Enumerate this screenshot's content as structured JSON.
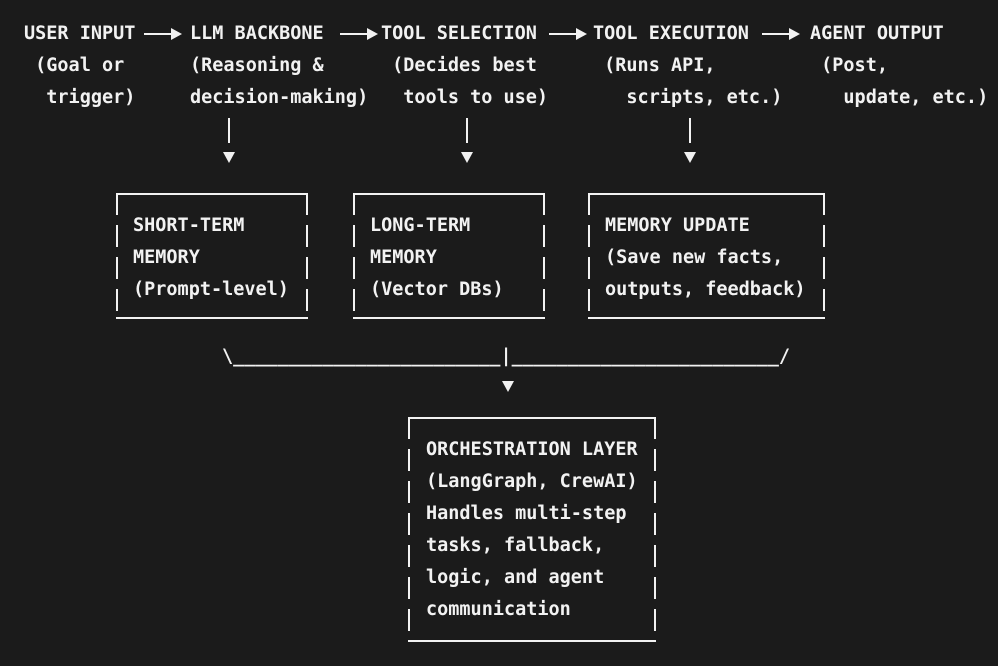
{
  "palette": {
    "background": "#1b1b1b",
    "foreground": "#f2f2f2"
  },
  "flow": {
    "columns": [
      {
        "title": "USER INPUT",
        "line2": " (Goal or",
        "line3": "  trigger)"
      },
      {
        "title": "LLM BACKBONE",
        "line2": "(Reasoning &",
        "line3": "decision-making)"
      },
      {
        "title": "TOOL SELECTION",
        "line2": " (Decides best",
        "line3": "  tools to use)"
      },
      {
        "title": "TOOL EXECUTION",
        "line2": " (Runs API,",
        "line3": "   scripts, etc.)"
      },
      {
        "title": "AGENT OUTPUT",
        "line2": " (Post,",
        "line3": "   update, etc.)"
      }
    ]
  },
  "memory_boxes": [
    {
      "lines": [
        "SHORT-TERM",
        "MEMORY",
        "(Prompt-level)"
      ]
    },
    {
      "lines": [
        "LONG-TERM",
        "MEMORY",
        "(Vector DBs)"
      ]
    },
    {
      "lines": [
        "MEMORY UPDATE",
        "(Save new facts,",
        "outputs, feedback)"
      ]
    }
  ],
  "orchestration_box": {
    "lines": [
      "ORCHESTRATION LAYER",
      "(LangGraph, CrewAI)",
      "Handles multi-step",
      "tasks, fallback,",
      "logic, and agent",
      "communication"
    ]
  },
  "connectors": {
    "merge_line": "\\________________________|________________________/"
  },
  "icons": {
    "flow_arrow": "long right arrow",
    "drop_arrow": "filled down triangle"
  }
}
